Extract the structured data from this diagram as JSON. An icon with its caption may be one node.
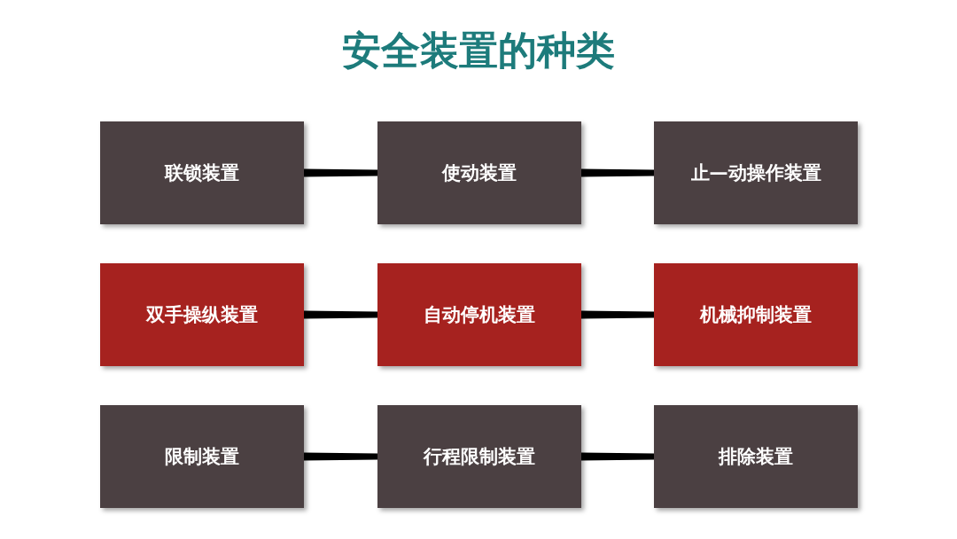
{
  "diagram": {
    "title": "安全装置的种类",
    "nodes": [
      {
        "text": [
          "联锁装置"
        ]
      },
      {
        "text": [
          "使动装置"
        ]
      },
      {
        "text": [
          "止—动操作装置"
        ]
      },
      {
        "text": [
          "双手操纵装置"
        ]
      },
      {
        "text": [
          "自动停机装置"
        ]
      },
      {
        "text": [
          "机械抑制装置"
        ]
      },
      {
        "text": [
          "限制装置"
        ]
      },
      {
        "text": [
          "行程限制装置"
        ]
      },
      {
        "text": [
          "排除装置"
        ]
      }
    ],
    "edges": [
      {
        "from": 0,
        "to": 1,
        "arrow": "none"
      },
      {
        "from": 1,
        "to": 2,
        "arrow": "none"
      },
      {
        "from": 3,
        "to": 4,
        "arrow": "none"
      },
      {
        "from": 4,
        "to": 5,
        "arrow": "none"
      },
      {
        "from": 6,
        "to": 7,
        "arrow": "none"
      },
      {
        "from": 7,
        "to": 8,
        "arrow": "none"
      }
    ]
  }
}
